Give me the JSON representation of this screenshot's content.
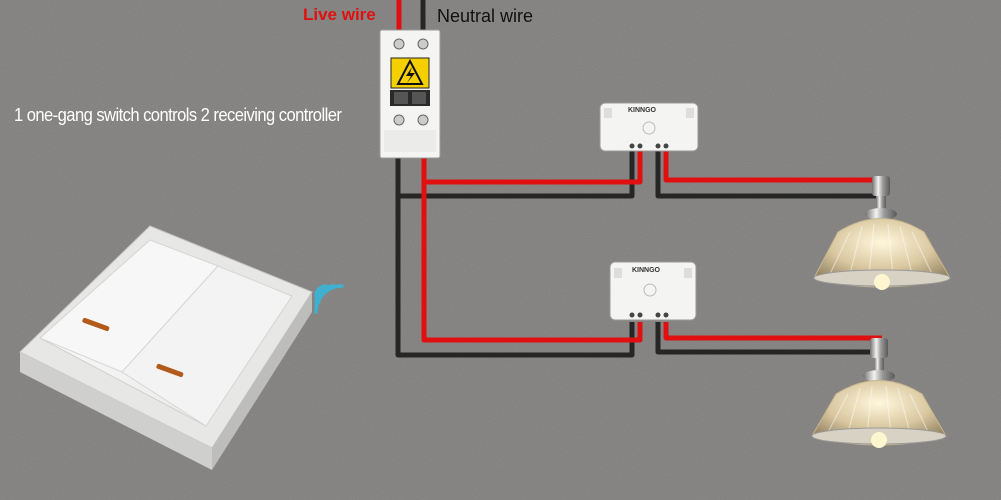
{
  "labels": {
    "live_wire": "Live wire",
    "neutral_wire": "Neutral wire",
    "caption": "1 one-gang switch controls 2 receiving controller"
  },
  "receivers": [
    {
      "brand": "KINNGO"
    },
    {
      "brand": "KINNGO"
    }
  ],
  "colors": {
    "background": "#8c8a88",
    "live": "#e01010",
    "neutral": "#262626",
    "device": "#f4f4f2",
    "breaker_warning": "#f5d000"
  },
  "icons": [
    "high-voltage-icon",
    "wireless-signal-icon"
  ]
}
